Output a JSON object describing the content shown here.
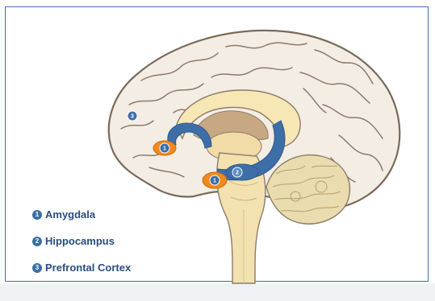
{
  "legend": {
    "items": [
      {
        "number": "1",
        "label": "Amygdala"
      },
      {
        "number": "2",
        "label": "Hippocampus"
      },
      {
        "number": "3",
        "label": "Prefrontal Cortex"
      }
    ]
  },
  "markers": {
    "amygdala_upper": "1",
    "amygdala_lower": "1",
    "hippocampus": "2",
    "prefrontal": "3"
  },
  "colors": {
    "frame_border": "#3f6fb3",
    "brain_outline": "#7a6a5a",
    "cortex_fill": "#f4ede4",
    "brainstem_fill": "#f3e2b0",
    "cerebellum_fill": "#e9dcae",
    "corpus_callosum_fill": "#f6e7b4",
    "thalamus_fill": "#c7a882",
    "hippocampus_blue": "#3d6ea8",
    "amygdala_orange": "#f08a1e",
    "legend_text": "#2a4d7f"
  }
}
